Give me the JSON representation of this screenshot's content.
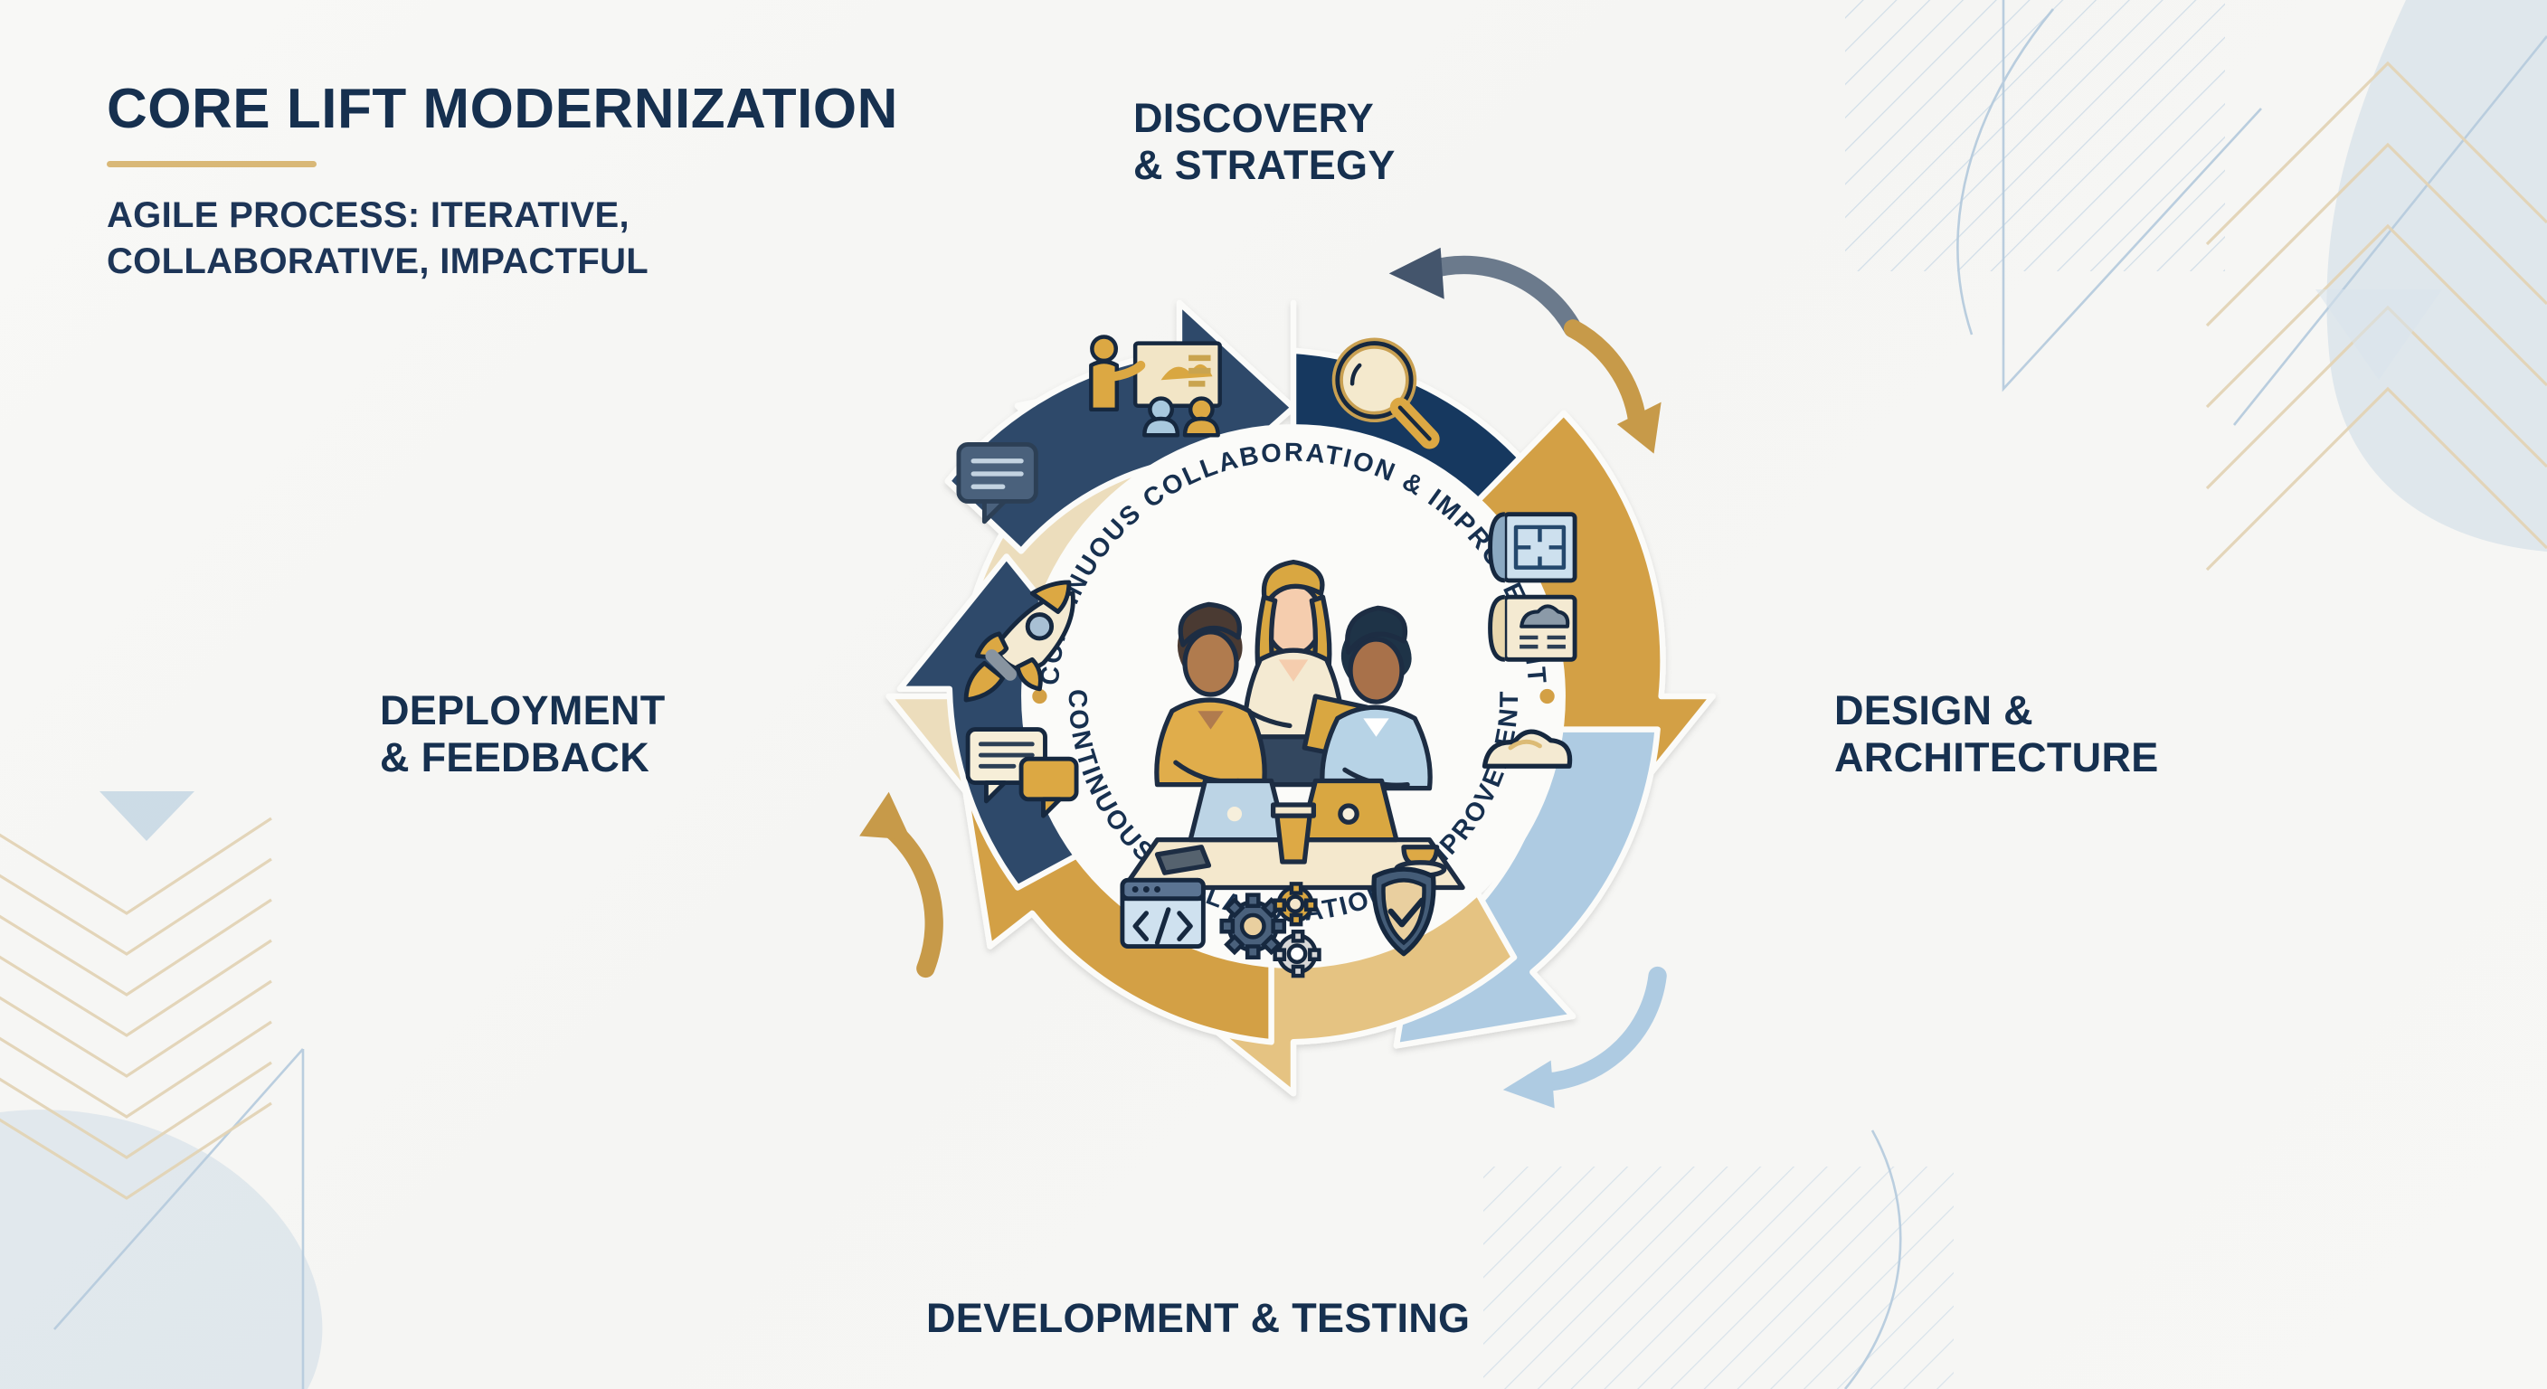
{
  "header": {
    "title": "CORE LIFT MODERNIZATION",
    "subtitle_line1": "AGILE PROCESS: ITERATIVE,",
    "subtitle_line2": "COLLABORATIVE, IMPACTFUL",
    "rule_color": "#d9b877"
  },
  "colors": {
    "navy_dark": "#12385f",
    "navy": "#2e4a6b",
    "gold": "#d3a045",
    "gold_light": "#e5c382",
    "cream": "#ecddbc",
    "blue_light": "#aecbe2",
    "text_navy": "#16304f",
    "background": "#f7f7f5"
  },
  "cycle": {
    "center_caption_top": "CONTINUOUS COLLABORATION & IMPROVEMENT",
    "center_caption_bottom": "CONTINUOUS COLLABORATION & IMPROVEMENT",
    "center_illustration": "team-meeting-illustration",
    "stages": [
      {
        "id": "discovery",
        "label_line1": "DISCOVERY",
        "label_line2": "& STRATEGY",
        "position": "top",
        "color": "#12385f",
        "icons": [
          "presentation-workshop-icon",
          "magnifying-glass-icon"
        ]
      },
      {
        "id": "design",
        "label_line1": "DESIGN &",
        "label_line2": "ARCHITECTURE",
        "position": "right",
        "color": "#d3a045",
        "icons": [
          "blueprint-icon",
          "cloud-document-icon",
          "cloud-icon"
        ]
      },
      {
        "id": "development",
        "label_line1": "DEVELOPMENT & TESTING",
        "label_line2": "",
        "position": "bottom",
        "color": "#d3a045",
        "icons": [
          "code-window-icon",
          "gears-icon",
          "shield-check-icon"
        ]
      },
      {
        "id": "deployment",
        "label_line1": "DEPLOYMENT",
        "label_line2": "& FEEDBACK",
        "position": "left",
        "color": "#2e4a6b",
        "icons": [
          "chat-bubble-icon",
          "rocket-icon",
          "chat-bubbles-icon"
        ]
      }
    ]
  }
}
